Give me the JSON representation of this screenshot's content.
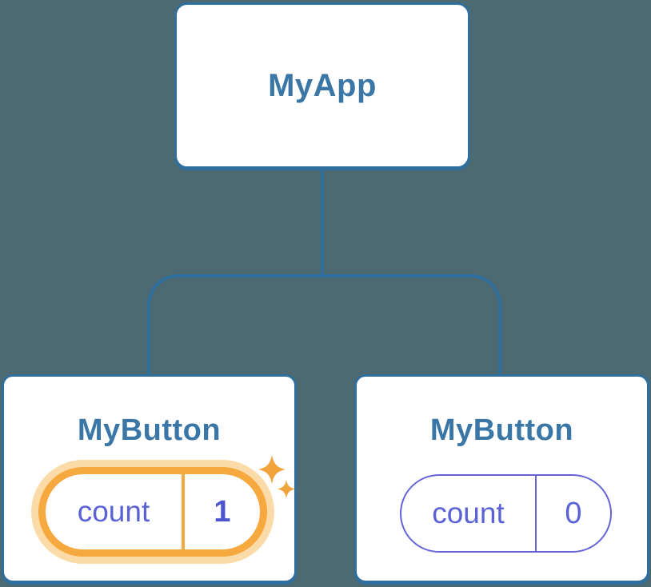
{
  "diagram": {
    "description": "React component tree showing state update",
    "root": {
      "label": "MyApp"
    },
    "children": [
      {
        "label": "MyButton",
        "state": {
          "key": "count",
          "value": "1"
        },
        "highlighted": true
      },
      {
        "label": "MyButton",
        "state": {
          "key": "count",
          "value": "0"
        },
        "highlighted": false
      }
    ]
  },
  "colors": {
    "background": "#4D6A73",
    "card_bg": "#FFFFFF",
    "card_border": "#2E6F9E",
    "connector": "#2E6F9E",
    "node_label_text": "#3A76A6",
    "state_text": "#5B61D6",
    "state_value_bold": "#4D55CE",
    "state_pill_border": "#6464D8",
    "highlight_ring": "#F5A93E",
    "highlight_glow": "#FBDCA8",
    "sparkle": "#F2A43C"
  }
}
